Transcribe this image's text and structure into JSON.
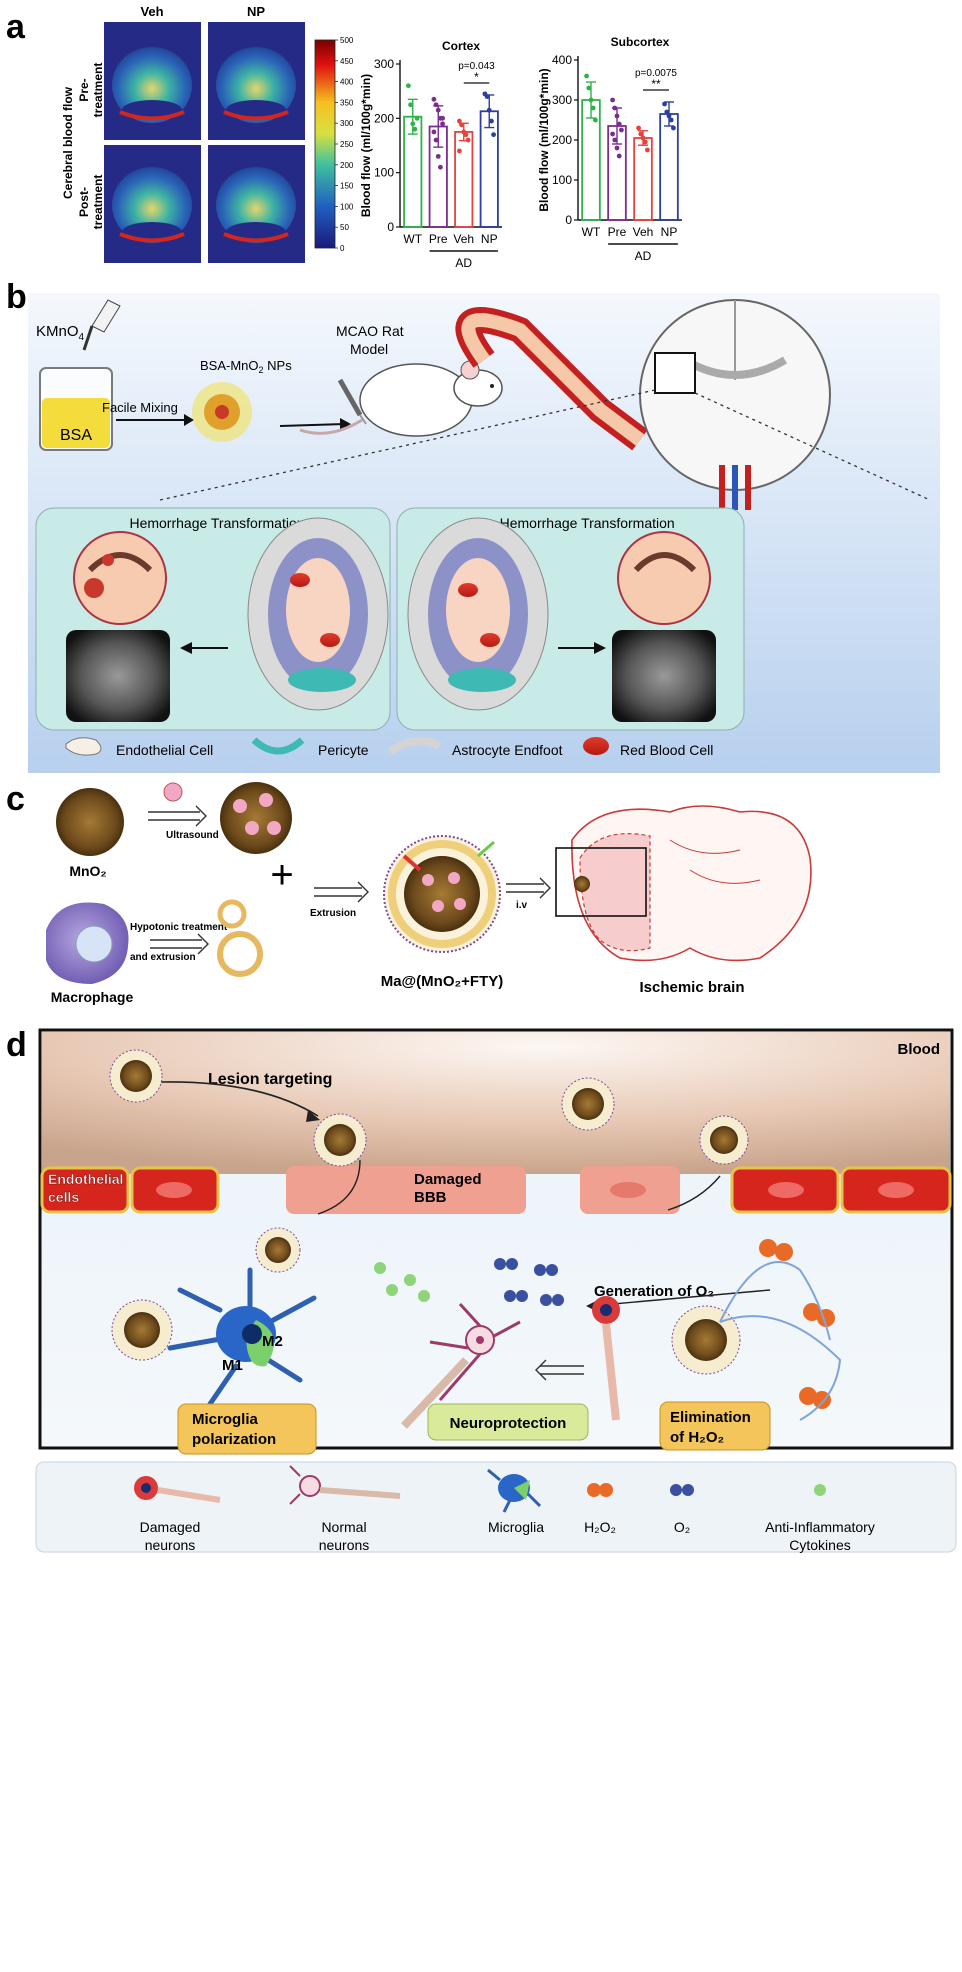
{
  "panel_letters": {
    "a": "a",
    "b": "b",
    "c": "c",
    "d": "d"
  },
  "panel_a": {
    "col_labels": [
      "Veh",
      "NP"
    ],
    "row_labels": [
      [
        "Pre-",
        "treatment"
      ],
      [
        "Post-",
        "treatment"
      ]
    ],
    "side_label": "Cerebral blood flow",
    "colorbar_ticks": [
      "500",
      "450",
      "400",
      "350",
      "300",
      "250",
      "200",
      "150",
      "100",
      "50",
      "0"
    ],
    "colors": {
      "wt": "#2eb34a",
      "pre": "#7b2d8e",
      "veh": "#e8423c",
      "np": "#2b3f9e"
    }
  },
  "chart_data": [
    {
      "type": "bar",
      "title": "Cortex",
      "ylabel": "Blood flow (ml/100g*min)",
      "categories": [
        "WT",
        "Pre",
        "Veh",
        "NP"
      ],
      "group_label": "AD",
      "values": [
        203,
        185,
        175,
        213
      ],
      "errors": [
        32,
        38,
        16,
        30
      ],
      "points": [
        [
          260,
          225,
          190,
          180,
          200
        ],
        [
          235,
          225,
          215,
          200,
          190,
          175,
          160,
          130,
          110,
          200
        ],
        [
          195,
          188,
          175,
          170,
          160,
          140
        ],
        [
          245,
          240,
          215,
          195,
          170
        ]
      ],
      "ylim": [
        0,
        300
      ],
      "yticks": [
        "0",
        "100",
        "200",
        "300"
      ],
      "annotation": {
        "pvalue": "p=0.043",
        "stars": "*",
        "between": [
          "Veh",
          "NP"
        ]
      }
    },
    {
      "type": "bar",
      "title": "Subcortex",
      "ylabel": "Blood flow (ml/100g*min)",
      "categories": [
        "WT",
        "Pre",
        "Veh",
        "NP"
      ],
      "group_label": "AD",
      "values": [
        300,
        235,
        205,
        265
      ],
      "errors": [
        45,
        45,
        18,
        30
      ],
      "points": [
        [
          360,
          330,
          300,
          280,
          250
        ],
        [
          300,
          280,
          260,
          240,
          225,
          215,
          200,
          180,
          160
        ],
        [
          230,
          215,
          205,
          195,
          175
        ],
        [
          290,
          270,
          260,
          250,
          230
        ]
      ],
      "ylim": [
        0,
        400
      ],
      "yticks": [
        "0",
        "100",
        "200",
        "300",
        "400"
      ],
      "annotation": {
        "pvalue": "p=0.0075",
        "stars": "**",
        "between": [
          "Veh",
          "NP"
        ]
      }
    }
  ],
  "panel_b": {
    "kmno4": "KMnO",
    "kmno4_sub": "4",
    "bsa": "BSA",
    "nps_label": "BSA-MnO",
    "nps_sub": "2",
    "nps_suffix": " NPs",
    "mixing": "Facile Mixing",
    "model_line1": "MCAO Rat",
    "model_line2": "Model",
    "box_left_title": "Hemorrhage Transformation",
    "box_right_title": "Non-Hemorrhage Transformation",
    "legend": [
      "Endothelial Cell",
      "Pericyte",
      "Astrocyte Endfoot",
      "Red Blood Cell"
    ]
  },
  "panel_c": {
    "mno2": "MnO₂",
    "ultrasound": "Ultrasound",
    "macrophage": "Macrophage",
    "hypotonic1": "Hypotonic treatment",
    "hypotonic2": "and extrusion",
    "extrusion": "Extrusion",
    "iv": "i.v",
    "product": "Ma@(MnO₂+FTY)",
    "brain": "Ischemic brain"
  },
  "panel_d": {
    "blood": "Blood",
    "lesion": "Lesion targeting",
    "endothelial1": "Endothelial",
    "endothelial2": "cells",
    "damaged1": "Damaged",
    "damaged2": "BBB",
    "o2gen": "Generation of O₂",
    "m1": "M1",
    "m2": "M2",
    "microglia1": "Microglia",
    "microglia2": "polarization",
    "neuroprotection": "Neuroprotection",
    "elim1": "Elimination",
    "elim2": "of H₂O₂",
    "legend": [
      {
        "line1": "Damaged",
        "line2": "neurons"
      },
      {
        "line1": "Normal",
        "line2": "neurons"
      },
      {
        "line1": "Microglia",
        "line2": ""
      },
      {
        "line1": "H₂O₂",
        "line2": ""
      },
      {
        "line1": "O₂",
        "line2": ""
      },
      {
        "line1": "Anti-Inflammatory",
        "line2": "Cytokines"
      }
    ]
  }
}
